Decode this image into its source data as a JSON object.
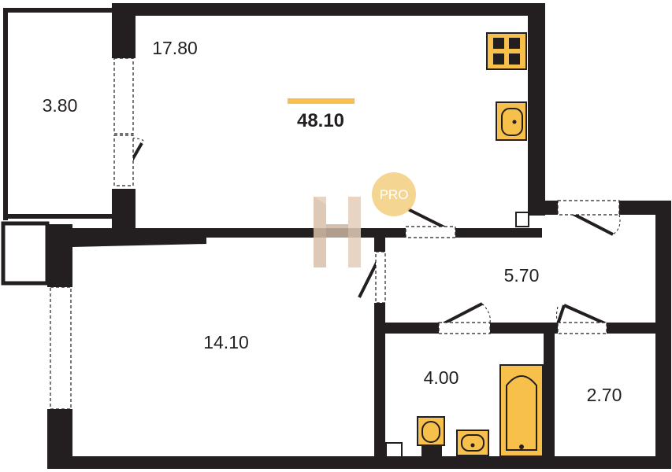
{
  "total_area": "48.10",
  "accent_color": "#f7c04a",
  "wall_color": "#231f20",
  "rooms": [
    {
      "id": "balcony",
      "area": "3.80"
    },
    {
      "id": "kitchen-living",
      "area": "17.80"
    },
    {
      "id": "bedroom",
      "area": "14.10"
    },
    {
      "id": "hallway",
      "area": "5.70"
    },
    {
      "id": "bathroom",
      "area": "4.00"
    },
    {
      "id": "wc",
      "area": "2.70"
    }
  ],
  "watermark": {
    "badge": "PRO",
    "icon": "h-logo-icon"
  },
  "fixtures": [
    "stove-icon",
    "kitchen-sink-icon",
    "bathtub-icon",
    "toilet-icon",
    "washbasin-icon"
  ]
}
